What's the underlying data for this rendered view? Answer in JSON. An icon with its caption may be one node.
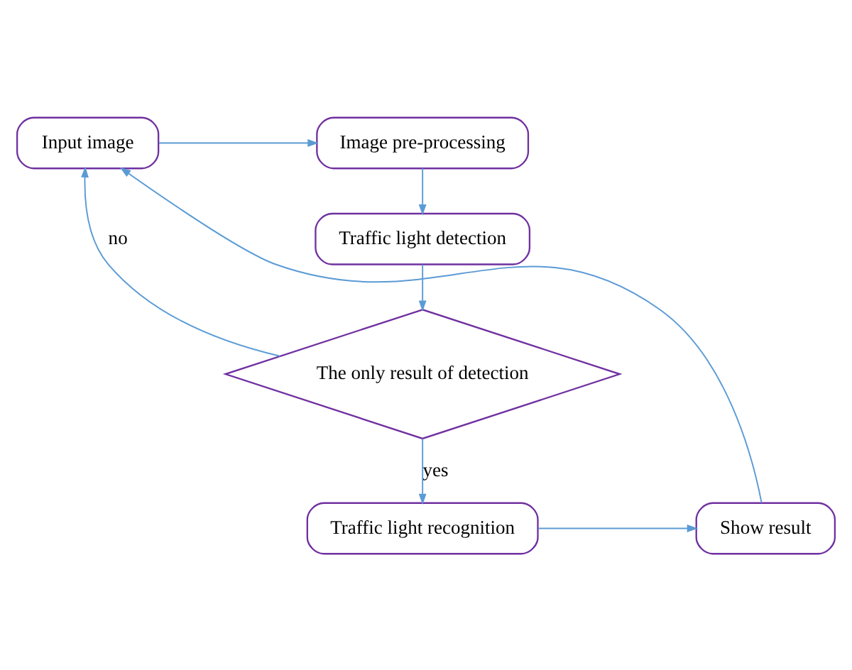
{
  "diagram": {
    "nodes": [
      {
        "text": [
          "Input image"
        ]
      },
      {
        "text": [
          "Image pre-processing"
        ]
      },
      {
        "text": [
          "Traffic light detection"
        ]
      },
      {
        "text": [
          "The only result of detection"
        ]
      },
      {
        "text": [
          "Traffic light recognition"
        ]
      },
      {
        "text": [
          "Show result"
        ]
      }
    ],
    "edges": [
      {
        "from": 0,
        "to": 1,
        "arrow": "to"
      },
      {
        "from": 1,
        "to": 2,
        "arrow": "to"
      },
      {
        "from": 2,
        "to": 3,
        "arrow": "to"
      },
      {
        "from": 3,
        "to": 0,
        "label": "no",
        "arrow": "to"
      },
      {
        "from": 3,
        "to": 4,
        "label": "yes",
        "arrow": "to"
      },
      {
        "from": 4,
        "to": 5,
        "arrow": "to"
      },
      {
        "from": 5,
        "to": 0,
        "arrow": "to"
      }
    ]
  }
}
